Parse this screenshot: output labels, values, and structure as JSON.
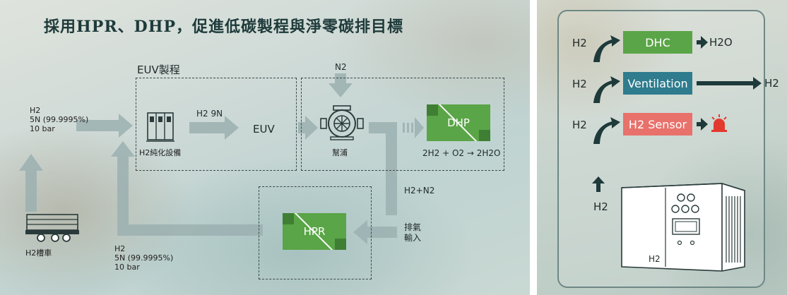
{
  "left": {
    "title": "採用HPR、DHP，促進低碳製程與淨零碳排目標",
    "euv_section_title": "EUV製程",
    "n2_label": "N2",
    "h2_9n_label": "H2 9N",
    "euv_label": "EUV",
    "h2_system_label": "H2純化設備",
    "pump_label": "幫浦",
    "dhp_label": "DHP",
    "dhp_equation": "2H2 + O2 → 2H2O",
    "h2n2_label": "H2+N2",
    "exhaust_label_1": "排氣",
    "exhaust_label_2": "輸入",
    "hpr_label": "HPR",
    "truck_label": "H2槽車",
    "supply_top": [
      "H2",
      "5N (99.9995%)",
      "10 bar"
    ],
    "supply_bottom": [
      "H2",
      "5N (99.9995%)",
      "10 bar"
    ]
  },
  "right": {
    "rows": [
      {
        "input": "H2",
        "box": "DHC",
        "output": "H2O",
        "color": "#5aa547"
      },
      {
        "input": "H2",
        "box": "Ventilation",
        "output": "H2",
        "color": "#2e7c8e"
      },
      {
        "input": "H2",
        "box": "H2 Sensor",
        "output": "",
        "color": "#e8716b"
      }
    ],
    "source_label": "H2",
    "machine_label": "H2"
  },
  "colors": {
    "flow_arrow": "#9bb0b0",
    "dark_arrow": "#1e3a3a",
    "alarm": "#e23a2e"
  }
}
